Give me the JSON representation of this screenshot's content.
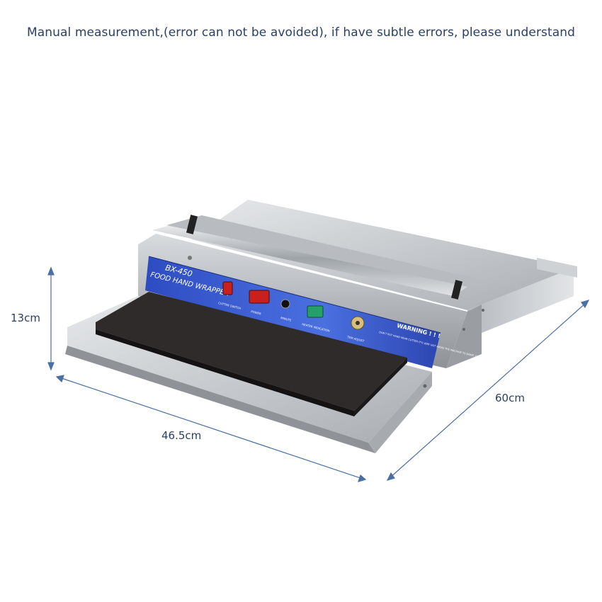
{
  "caption": "Manual measurement,(error can not be avoided), if have subtle errors, please understand",
  "dimensions": {
    "height": "13cm",
    "width": "46.5cm",
    "depth": "60cm"
  },
  "product": {
    "model": "BX-450",
    "name": "FOOD HAND WRAPPER",
    "controls": {
      "cutter_switch": "CUTTER SWITCH",
      "power": "POWER",
      "heater_indication": "HEATER INDICATION",
      "minute": "MINUTE",
      "tem_adjust": "TEM ADJUST"
    },
    "warning_title": "WARNING ! ! !",
    "warning_text": "DON'T PUT HAND NEAR CUTTER IT'S VERY HOT AVOID THE MACHINE TO DAMP, CREPANS"
  },
  "colors": {
    "text": "#2a3f66",
    "steel": "#c9ccd0",
    "panel_blue": "#3b5fd6",
    "plate": "#2e2b2a",
    "switch_red": "#c8201c",
    "switch_green": "#25a06a",
    "arrow": "#4a6fa5"
  }
}
